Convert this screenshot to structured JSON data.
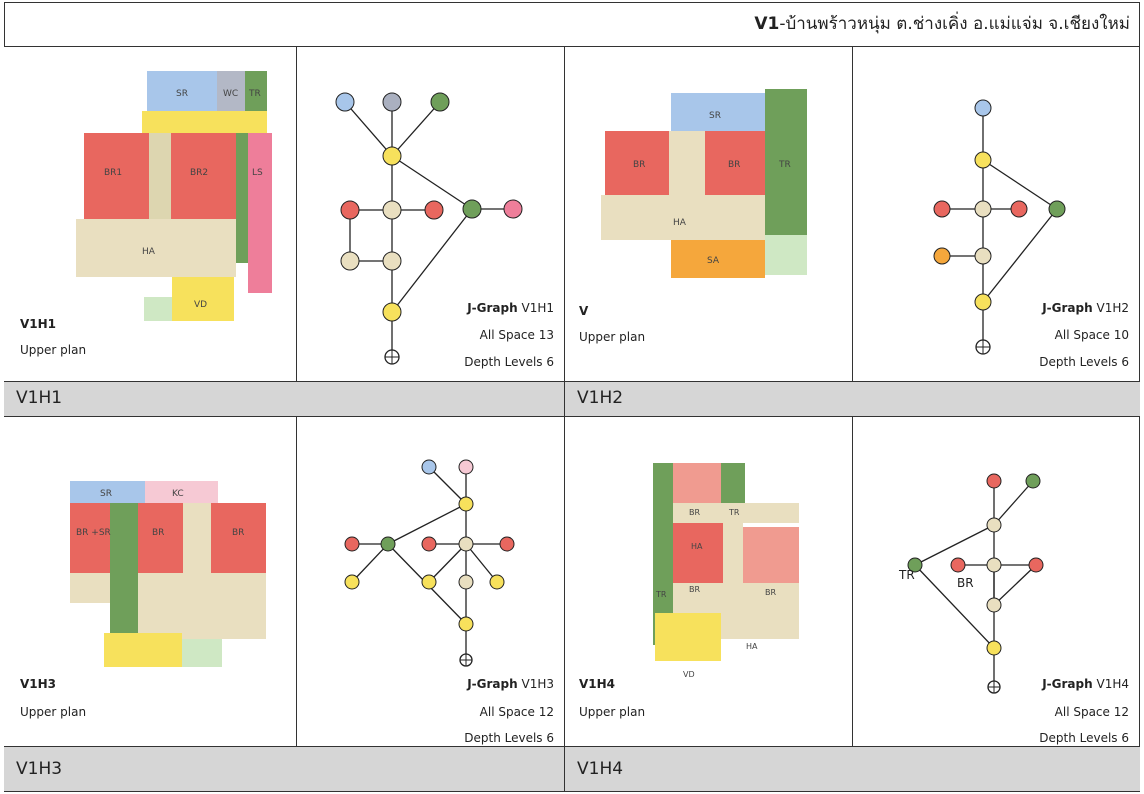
{
  "title": {
    "bold": "V1",
    "rest": "-บ้านพร้าวหนุ่ม ต.ช่างเคิ่ง อ.แม่แจ่ม จ.เชียงใหม่"
  },
  "houses": [
    {
      "plan_id": "V1H1",
      "plan_sub": "Upper plan",
      "graph_label": "J-Graph",
      "graph_id": "V1H1",
      "all_space": "All Space 13",
      "depth": "Depth Levels 6",
      "band": "V1H1",
      "rooms": [
        "SR",
        "WC",
        "TR",
        "BR1",
        "BR2",
        "LS",
        "HA",
        "VD"
      ]
    },
    {
      "plan_id": "V",
      "plan_sub": "Upper plan",
      "graph_label": "J-Graph",
      "graph_id": "V1H2",
      "all_space": "All Space 10",
      "depth": "Depth Levels 6",
      "band": "V1H2",
      "rooms": [
        "SR",
        "BR",
        "BR",
        "TR",
        "HA",
        "SA"
      ]
    },
    {
      "plan_id": "V1H3",
      "plan_sub": "Upper plan",
      "graph_label": "J-Graph",
      "graph_id": "V1H3",
      "all_space": "All Space 12",
      "depth": "Depth Levels 6",
      "band": "V1H3",
      "rooms": [
        "SR",
        "KC",
        "BR +SR",
        "BR",
        "BR"
      ]
    },
    {
      "plan_id": "V1H4",
      "plan_sub": "Upper plan",
      "graph_label": "J-Graph",
      "graph_id": "V1H4",
      "all_space": "All Space 12",
      "depth": "Depth Levels 6",
      "band": "V1H4",
      "rooms": [
        "BR",
        "TR",
        "HA",
        "BR",
        "BR",
        "TR",
        "HA",
        "VD"
      ],
      "graph_tags": [
        "TR",
        "BR"
      ]
    }
  ],
  "colors": {
    "BR": "#e8675f",
    "SR": "#a8c6ea",
    "TR": "#6f9f5a",
    "HA": "#e9dfc0",
    "SA": "#f5a73c",
    "VD": "#f7e15c",
    "LS": "#ee7e9a",
    "WC": "#b3b8c6",
    "KC": "#f6c9d4",
    "gray": "#aab0c0",
    "band": "#d6d6d6"
  }
}
